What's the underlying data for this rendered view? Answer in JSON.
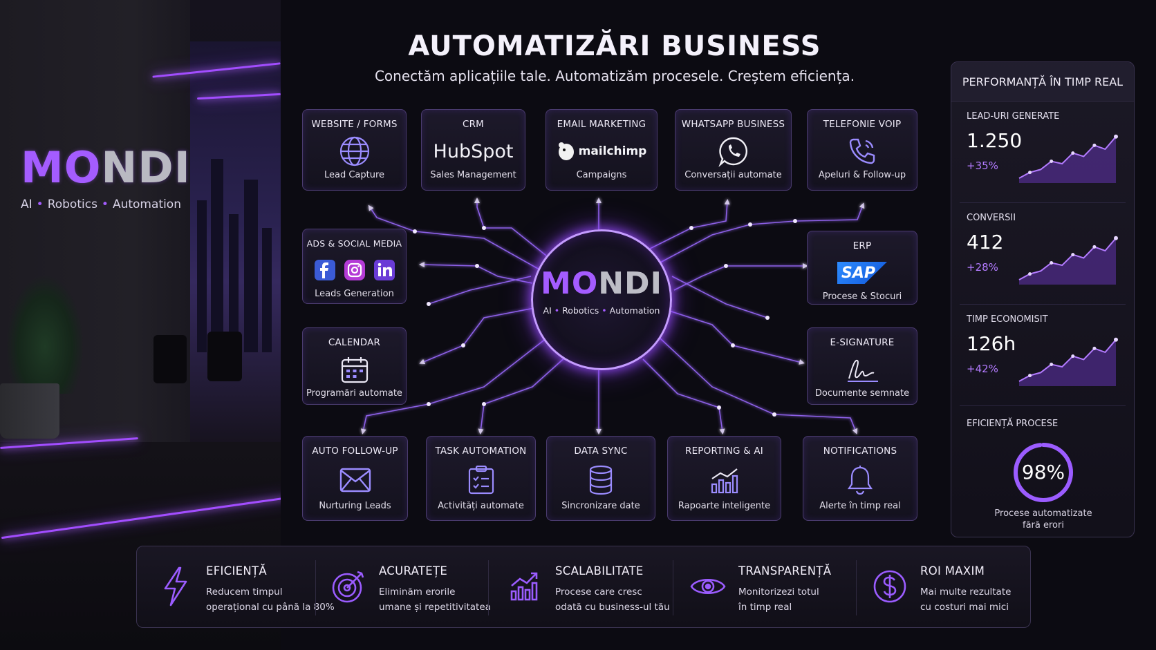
{
  "brand": {
    "name_accent": "M",
    "name_o": "O",
    "name_rest": "NDI",
    "tag1": "AI",
    "tag2": "Robotics",
    "tag3": "Automation"
  },
  "header": {
    "title": "AUTOMATIZĂRI BUSINESS",
    "subtitle": "Conectăm aplicațiile tale. Automatizăm procesele. Creștem eficiența."
  },
  "cards": {
    "website": {
      "title": "WEBSITE / FORMS",
      "sub": "Lead Capture",
      "icon": "globe-icon"
    },
    "crm": {
      "title": "CRM",
      "logo": "HubSpot",
      "sub": "Sales Management",
      "icon": "hubspot-logo"
    },
    "email": {
      "title": "EMAIL MARKETING",
      "logo": "mailchimp",
      "sub": "Campaigns",
      "icon": "mailchimp-logo"
    },
    "whatsapp": {
      "title": "WHATSAPP BUSINESS",
      "sub": "Conversații automate",
      "icon": "whatsapp-icon"
    },
    "voip": {
      "title": "TELEFONIE VOIP",
      "sub": "Apeluri & Follow-up",
      "icon": "phone-icon"
    },
    "ads": {
      "title": "ADS & SOCIAL MEDIA",
      "sub": "Leads Generation",
      "icon": "social-media-icons"
    },
    "erp": {
      "title": "ERP",
      "logo": "SAP",
      "sub": "Procese & Stocuri",
      "icon": "sap-logo"
    },
    "calendar": {
      "title": "CALENDAR",
      "sub": "Programări automate",
      "icon": "calendar-icon"
    },
    "esign": {
      "title": "E-SIGNATURE",
      "sub": "Documente semnate",
      "icon": "signature-icon"
    },
    "followup": {
      "title": "AUTO FOLLOW-UP",
      "sub": "Nurturing Leads",
      "icon": "envelope-icon"
    },
    "task": {
      "title": "TASK AUTOMATION",
      "sub": "Activități automate",
      "icon": "checklist-icon"
    },
    "datasync": {
      "title": "DATA SYNC",
      "sub": "Sincronizare date",
      "icon": "database-icon"
    },
    "reporting": {
      "title": "REPORTING & AI",
      "sub": "Rapoarte inteligente",
      "icon": "bar-chart-icon"
    },
    "notifications": {
      "title": "NOTIFICATIONS",
      "sub": "Alerte în timp real",
      "icon": "bell-icon"
    }
  },
  "performance": {
    "title": "PERFORMANȚĂ ÎN TIMP REAL",
    "metrics": [
      {
        "label": "LEAD-URI GENERATE",
        "value": "1.250",
        "delta": "+35%"
      },
      {
        "label": "CONVERSII",
        "value": "412",
        "delta": "+28%"
      },
      {
        "label": "TIMP ECONOMISIT",
        "value": "126h",
        "delta": "+42%"
      }
    ],
    "efficiency": {
      "label": "EFICIENȚĂ PROCESE",
      "value": "98%",
      "percent": 98,
      "note1": "Procese automatizate",
      "note2": "fără erori"
    }
  },
  "benefits": [
    {
      "title": "EFICIENȚĂ",
      "line1": "Reducem timpul",
      "line2": "operațional cu până la 80%",
      "icon": "lightning-icon"
    },
    {
      "title": "ACURATEȚE",
      "line1": "Eliminăm erorile",
      "line2": "umane și repetitivitatea",
      "icon": "target-icon"
    },
    {
      "title": "SCALABILITATE",
      "line1": "Procese care cresc",
      "line2": "odată cu business-ul tău",
      "icon": "growth-chart-icon"
    },
    {
      "title": "TRANSPARENȚĂ",
      "line1": "Monitorizezi totul",
      "line2": "în timp real",
      "icon": "eye-icon"
    },
    {
      "title": "ROI MAXIM",
      "line1": "Mai multe rezultate",
      "line2": "cu costuri mai mici",
      "icon": "dollar-icon"
    }
  ],
  "colors": {
    "accent": "#a45cff",
    "neon": "#b36bff",
    "background": "#0c0b12",
    "card_border": "#4a3b6e"
  }
}
